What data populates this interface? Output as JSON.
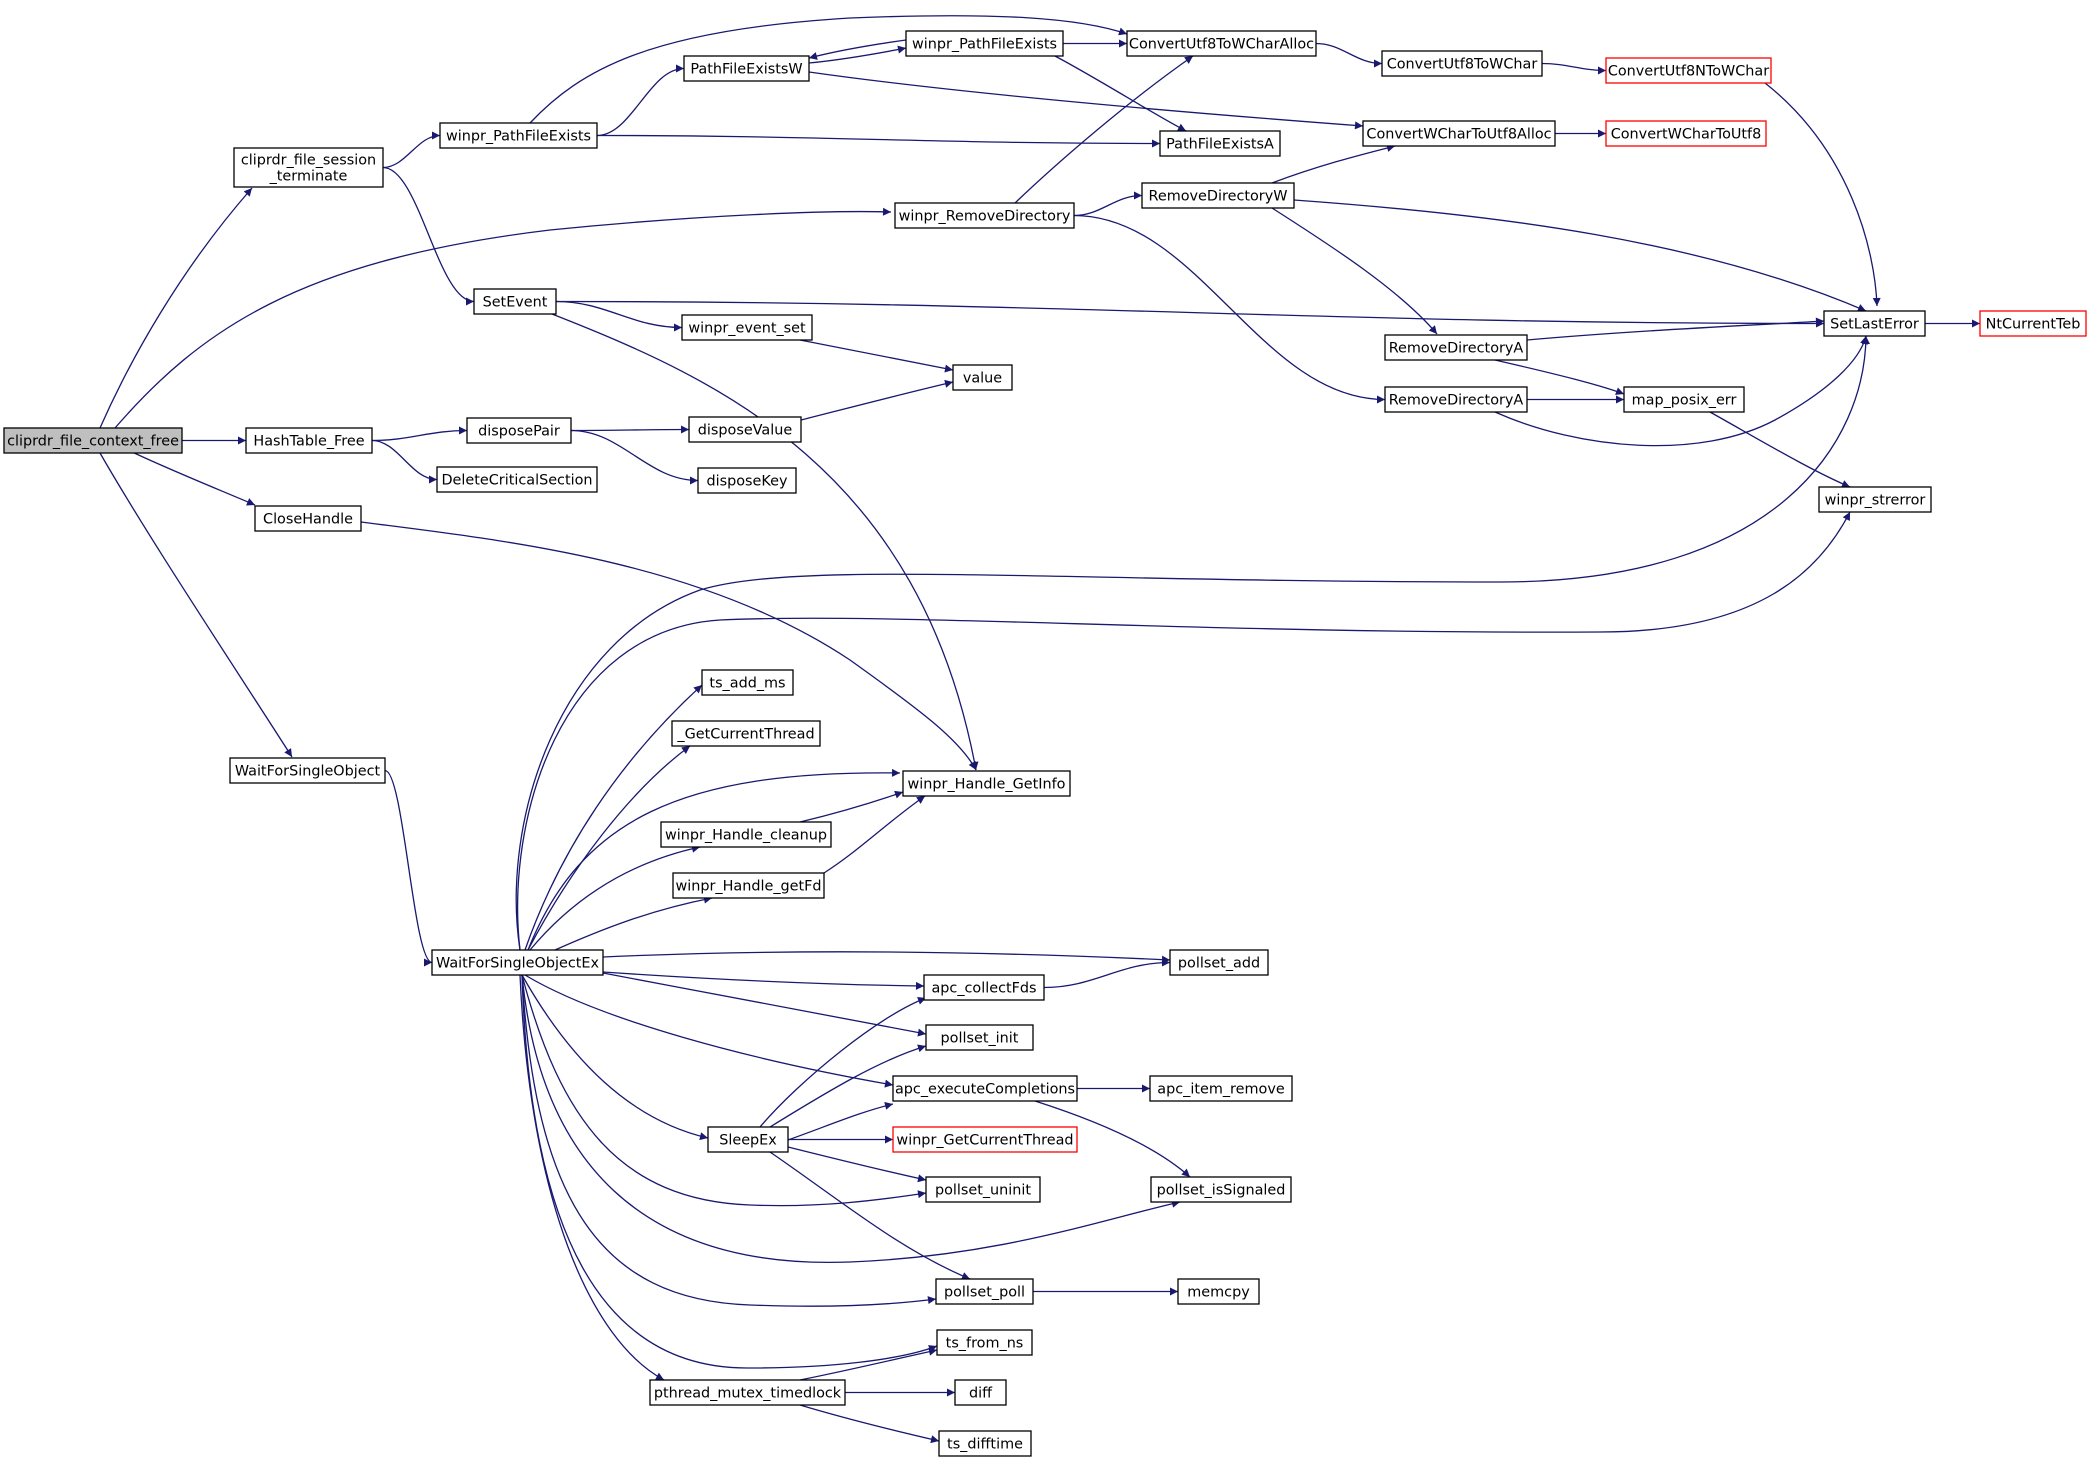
{
  "diagram": {
    "type": "call-graph",
    "colors": {
      "edge": "#191970",
      "node_border": "#000000",
      "node_fill": "#ffffff",
      "root_fill": "#bfbfbf",
      "truncated_border": "#ff0000"
    },
    "nodes": [
      {
        "id": "root",
        "label": "cliprdr_file_context_free",
        "style": "root"
      },
      {
        "id": "cfst",
        "label": [
          "cliprdr_file_session",
          "_terminate"
        ]
      },
      {
        "id": "wpfe1",
        "label": "winpr_PathFileExists"
      },
      {
        "id": "pfew",
        "label": "PathFileExistsW"
      },
      {
        "id": "wpfe2",
        "label": "winpr_PathFileExists"
      },
      {
        "id": "cu8wa",
        "label": "ConvertUtf8ToWCharAlloc"
      },
      {
        "id": "cu8w",
        "label": "ConvertUtf8ToWChar"
      },
      {
        "id": "cu8nw",
        "label": "ConvertUtf8NToWChar",
        "style": "truncated"
      },
      {
        "id": "pfea",
        "label": "PathFileExistsA"
      },
      {
        "id": "cwu8a",
        "label": "ConvertWCharToUtf8Alloc"
      },
      {
        "id": "cwu8",
        "label": "ConvertWCharToUtf8",
        "style": "truncated"
      },
      {
        "id": "wrd",
        "label": "winpr_RemoveDirectory"
      },
      {
        "id": "rdw",
        "label": "RemoveDirectoryW"
      },
      {
        "id": "sle",
        "label": "SetLastError"
      },
      {
        "id": "ntct",
        "label": "NtCurrentTeb",
        "style": "truncated"
      },
      {
        "id": "rda1",
        "label": "RemoveDirectoryA"
      },
      {
        "id": "rda2",
        "label": "RemoveDirectoryA"
      },
      {
        "id": "mpe",
        "label": "map_posix_err"
      },
      {
        "id": "wse",
        "label": "winpr_strerror"
      },
      {
        "id": "se",
        "label": "SetEvent"
      },
      {
        "id": "wes",
        "label": "winpr_event_set"
      },
      {
        "id": "val",
        "label": "value"
      },
      {
        "id": "htf",
        "label": "HashTable_Free"
      },
      {
        "id": "dp",
        "label": "disposePair"
      },
      {
        "id": "dv",
        "label": "disposeValue"
      },
      {
        "id": "dk",
        "label": "disposeKey"
      },
      {
        "id": "dcs",
        "label": "DeleteCriticalSection"
      },
      {
        "id": "ch",
        "label": "CloseHandle"
      },
      {
        "id": "wfso",
        "label": "WaitForSingleObject"
      },
      {
        "id": "tam",
        "label": "ts_add_ms"
      },
      {
        "id": "gct",
        "label": "_GetCurrentThread"
      },
      {
        "id": "whgi",
        "label": "winpr_Handle_GetInfo"
      },
      {
        "id": "whc",
        "label": "winpr_Handle_cleanup"
      },
      {
        "id": "whgf",
        "label": "winpr_Handle_getFd"
      },
      {
        "id": "wfsoe",
        "label": "WaitForSingleObjectEx"
      },
      {
        "id": "psa",
        "label": "pollset_add"
      },
      {
        "id": "acf",
        "label": "apc_collectFds"
      },
      {
        "id": "psi",
        "label": "pollset_init"
      },
      {
        "id": "aec",
        "label": "apc_executeCompletions"
      },
      {
        "id": "air",
        "label": "apc_item_remove"
      },
      {
        "id": "sx",
        "label": "SleepEx"
      },
      {
        "id": "wgct",
        "label": "winpr_GetCurrentThread",
        "style": "truncated"
      },
      {
        "id": "psu",
        "label": "pollset_uninit"
      },
      {
        "id": "psis",
        "label": "pollset_isSignaled"
      },
      {
        "id": "psp",
        "label": "pollset_poll"
      },
      {
        "id": "mc",
        "label": "memcpy"
      },
      {
        "id": "tfn",
        "label": "ts_from_ns"
      },
      {
        "id": "pmt",
        "label": "pthread_mutex_timedlock"
      },
      {
        "id": "dif",
        "label": "diff"
      },
      {
        "id": "tdt",
        "label": "ts_difftime"
      }
    ],
    "edges": [
      [
        "root",
        "cfst"
      ],
      [
        "root",
        "wrd"
      ],
      [
        "root",
        "htf"
      ],
      [
        "root",
        "ch"
      ],
      [
        "root",
        "wfso"
      ],
      [
        "cfst",
        "wpfe1"
      ],
      [
        "cfst",
        "se"
      ],
      [
        "wpfe1",
        "cu8wa"
      ],
      [
        "wpfe1",
        "pfew"
      ],
      [
        "wpfe1",
        "pfea"
      ],
      [
        "pfew",
        "wpfe2"
      ],
      [
        "pfew",
        "cwu8a"
      ],
      [
        "wpfe2",
        "pfew"
      ],
      [
        "wpfe2",
        "cu8wa"
      ],
      [
        "wpfe2",
        "pfea"
      ],
      [
        "cu8wa",
        "cu8w"
      ],
      [
        "cu8w",
        "cu8nw"
      ],
      [
        "cu8nw",
        "sle"
      ],
      [
        "cwu8a",
        "cwu8"
      ],
      [
        "wrd",
        "cu8wa"
      ],
      [
        "wrd",
        "rdw"
      ],
      [
        "wrd",
        "rda2"
      ],
      [
        "rdw",
        "cwu8a"
      ],
      [
        "rdw",
        "sle"
      ],
      [
        "rdw",
        "rda1"
      ],
      [
        "rda1",
        "sle"
      ],
      [
        "rda1",
        "mpe"
      ],
      [
        "rda2",
        "mpe"
      ],
      [
        "rda2",
        "sle"
      ],
      [
        "mpe",
        "wse"
      ],
      [
        "sle",
        "ntct"
      ],
      [
        "se",
        "sle"
      ],
      [
        "se",
        "wes"
      ],
      [
        "se",
        "whgi"
      ],
      [
        "wes",
        "val"
      ],
      [
        "htf",
        "dp"
      ],
      [
        "htf",
        "dcs"
      ],
      [
        "dp",
        "dv"
      ],
      [
        "dp",
        "dk"
      ],
      [
        "dv",
        "val"
      ],
      [
        "ch",
        "whgi"
      ],
      [
        "wfso",
        "wfsoe"
      ],
      [
        "wfsoe",
        "sle"
      ],
      [
        "wfsoe",
        "wse"
      ],
      [
        "wfsoe",
        "tam"
      ],
      [
        "wfsoe",
        "gct"
      ],
      [
        "wfsoe",
        "whgi"
      ],
      [
        "wfsoe",
        "whc"
      ],
      [
        "wfsoe",
        "whgf"
      ],
      [
        "wfsoe",
        "psa"
      ],
      [
        "wfsoe",
        "acf"
      ],
      [
        "wfsoe",
        "psi"
      ],
      [
        "wfsoe",
        "aec"
      ],
      [
        "wfsoe",
        "sx"
      ],
      [
        "wfsoe",
        "psu"
      ],
      [
        "wfsoe",
        "psis"
      ],
      [
        "wfsoe",
        "psp"
      ],
      [
        "wfsoe",
        "tfn"
      ],
      [
        "wfsoe",
        "pmt"
      ],
      [
        "whc",
        "whgi"
      ],
      [
        "whgf",
        "whgi"
      ],
      [
        "acf",
        "psa"
      ],
      [
        "aec",
        "air"
      ],
      [
        "aec",
        "psis"
      ],
      [
        "sx",
        "acf"
      ],
      [
        "sx",
        "psi"
      ],
      [
        "sx",
        "aec"
      ],
      [
        "sx",
        "wgct"
      ],
      [
        "sx",
        "psu"
      ],
      [
        "sx",
        "psp"
      ],
      [
        "psp",
        "mc"
      ],
      [
        "pmt",
        "tfn"
      ],
      [
        "pmt",
        "dif"
      ],
      [
        "pmt",
        "tdt"
      ]
    ]
  }
}
